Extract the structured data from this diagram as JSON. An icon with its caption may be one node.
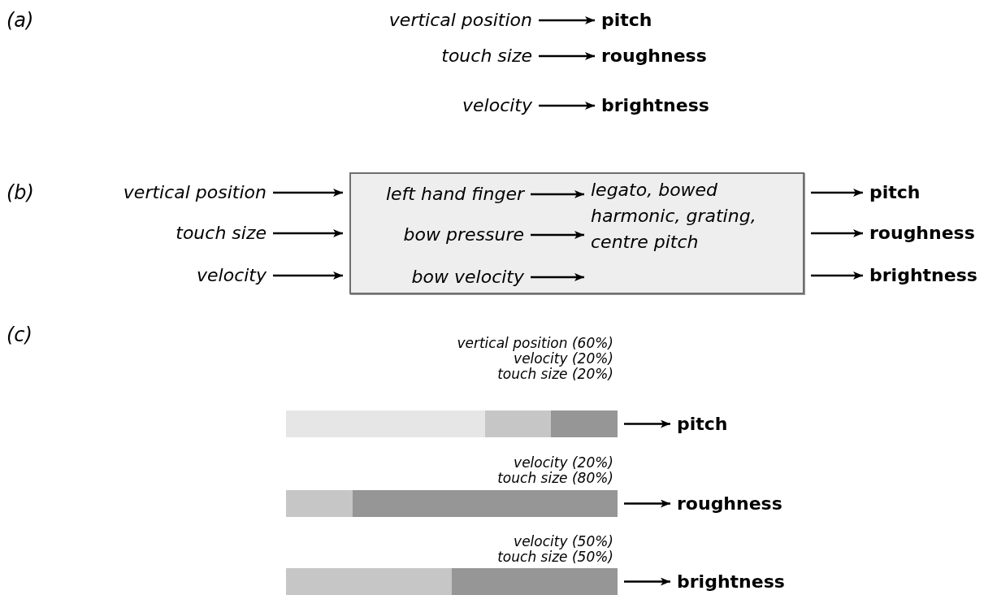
{
  "diagram": {
    "nodes": [
      {
        "text": [
          "vertical position"
        ]
      },
      {
        "text": [
          "pitch"
        ]
      },
      {
        "text": [
          "touch size"
        ]
      },
      {
        "text": [
          "roughness"
        ]
      },
      {
        "text": [
          "velocity"
        ]
      },
      {
        "text": [
          "brightness"
        ]
      },
      {
        "text": [
          "vertical position"
        ]
      },
      {
        "text": [
          "touch size"
        ]
      },
      {
        "text": [
          "velocity"
        ]
      },
      {
        "text": [],
        "shape": "box"
      },
      {
        "text": [
          "left hand finger"
        ],
        "in": 9
      },
      {
        "text": [
          "bow pressure"
        ],
        "in": 9
      },
      {
        "text": [
          "bow velocity"
        ],
        "in": 9
      },
      {
        "text": [
          "legato, bowed harmonic, grating, centre pitch"
        ],
        "in": 9
      },
      {
        "text": [
          "pitch"
        ]
      },
      {
        "text": [
          "roughness"
        ]
      },
      {
        "text": [
          "brightness"
        ]
      },
      {
        "text": [],
        "shape": "bar",
        "beside": [
          "vertical position (60%)",
          "velocity (20%)",
          "touch size (20%)"
        ]
      },
      {
        "text": [
          "pitch"
        ]
      },
      {
        "text": [],
        "shape": "bar",
        "beside": [
          "velocity (20%)",
          "touch size (80%)"
        ]
      },
      {
        "text": [
          "roughness"
        ]
      },
      {
        "text": [],
        "shape": "bar",
        "beside": [
          "velocity (50%)",
          "touch size (50%)"
        ]
      },
      {
        "text": [
          "brightness"
        ]
      }
    ],
    "edges": [
      {
        "from": 0,
        "to": 1,
        "arrow": "to"
      },
      {
        "from": 2,
        "to": 3,
        "arrow": "to"
      },
      {
        "from": 4,
        "to": 5,
        "arrow": "to"
      },
      {
        "from": 6,
        "to": 9,
        "arrow": "to"
      },
      {
        "from": 7,
        "to": 9,
        "arrow": "to"
      },
      {
        "from": 8,
        "to": 9,
        "arrow": "to"
      },
      {
        "from": 10,
        "to": 13,
        "arrow": "to"
      },
      {
        "from": 11,
        "to": 13,
        "arrow": "to"
      },
      {
        "from": 12,
        "to": 13,
        "arrow": "to"
      },
      {
        "from": 9,
        "to": 14,
        "arrow": "to"
      },
      {
        "from": 9,
        "to": 15,
        "arrow": "to"
      },
      {
        "from": 9,
        "to": 16,
        "arrow": "to"
      },
      {
        "from": 17,
        "to": 18,
        "arrow": "to"
      },
      {
        "from": 19,
        "to": 20,
        "arrow": "to"
      },
      {
        "from": 21,
        "to": 22,
        "arrow": "to"
      }
    ],
    "labels": [
      "(a)",
      "(b)",
      "(c)"
    ]
  }
}
